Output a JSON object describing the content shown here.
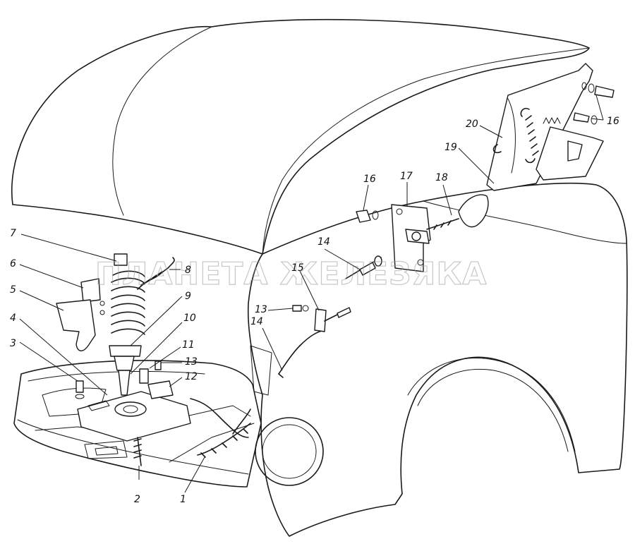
{
  "watermark": "ПЛАНЕТА ЖЕЛЕЗЯКА",
  "callouts": {
    "c1": "1",
    "c2": "2",
    "c3": "3",
    "c4": "4",
    "c5": "5",
    "c6": "6",
    "c7": "7",
    "c8": "8",
    "c9": "9",
    "c10": "10",
    "c11": "11",
    "c12": "12",
    "c13a": "13",
    "c13b": "13",
    "c14a": "14",
    "c14b": "14",
    "c15": "15",
    "c16a": "16",
    "c16b": "16",
    "c17": "17",
    "c18": "18",
    "c19": "19",
    "c20": "20"
  },
  "colors": {
    "line": "#1a1a1a",
    "watermark": "#9a9a9a",
    "background": "#ffffff"
  }
}
